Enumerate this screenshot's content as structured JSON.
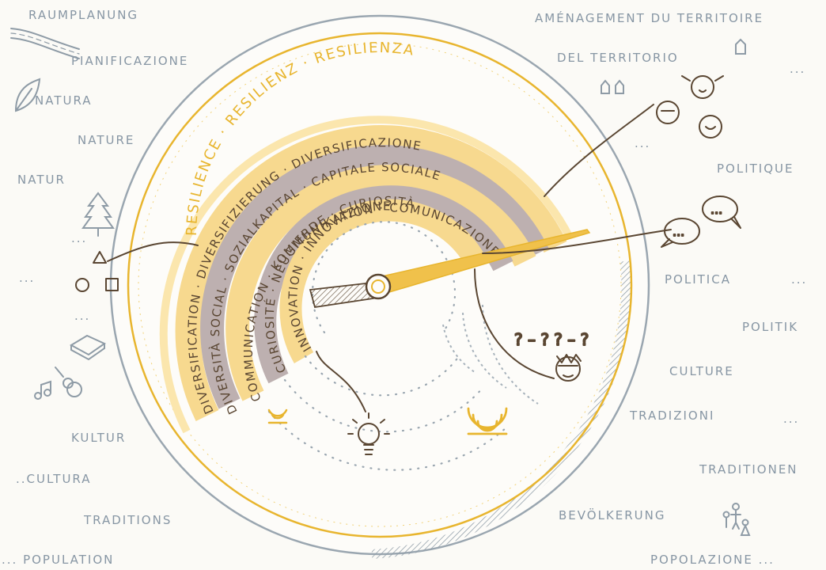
{
  "rings": {
    "resilience": "RESILIENCE · RESILIENZ · RESILIENZA",
    "diversification": "DIVERSIFICATION · DIVERSIFIZIERUNG · DIVERSIFICAZIONE",
    "social_capital": "DIVERSITÀ SOCIAL · SOZIALKAPITAL · CAPITALE SOCIALE",
    "communication": "COMMUNICATION · KOMMUNIKATION · COMUNICAZIONE",
    "curiosity": "CURIOSITÉ · NEUGIERDE · CURIOSITÀ",
    "innovation": "INNOVATION · INNOVAZIONE"
  },
  "labels_left": {
    "raumplanung": "RAUMPLANUNG",
    "pianificazione": "PIANIFICAZIONE",
    "natura": "NATURA",
    "nature": "NATURE",
    "natur": "NATUR",
    "ellipsis_1": "...",
    "ellipsis_2": "...",
    "ellipsis_3": "...",
    "kultur": "KULTUR",
    "cultura": "..CULTURA",
    "traditions": "TRADITIONS",
    "population": "... POPULATION"
  },
  "labels_right": {
    "amenagement": "AMÉNAGEMENT DU TERRITOIRE",
    "del_territorio": "DEL TERRITORIO",
    "ellipsis_a": "...",
    "politique": "POLITIQUE",
    "ellipsis_b": "...",
    "politica": "POLITICA",
    "ellipsis_c": "...",
    "politik": "POLITIK",
    "culture": "CULTURE",
    "tradizioni": "TRADIZIONI",
    "ellipsis_d": "...",
    "traditionen": "TRADITIONEN",
    "bevoelkerung": "BEVÖLKERUNG",
    "popolazione": "POPOLAZIONE ..."
  },
  "thought_text": "? – ? ? – ?",
  "speech_text": "...",
  "colors": {
    "yellow": "#f7d98f",
    "yellow_dark": "#e8b52e",
    "taupe": "#bdb0b0",
    "grey": "#8e9ba6",
    "ink": "#5a4632"
  }
}
